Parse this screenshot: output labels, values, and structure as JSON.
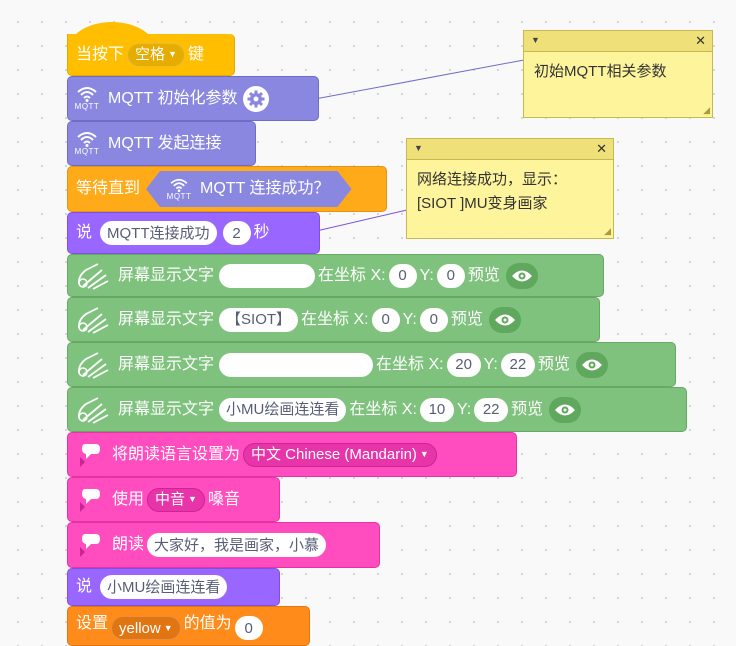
{
  "b1": {
    "label": "当按下",
    "key": "空格",
    "suffix": "键"
  },
  "b2": {
    "label": "MQTT 初始化参数",
    "icon_text": "MQTT"
  },
  "b3": {
    "label": "MQTT 发起连接",
    "icon_text": "MQTT"
  },
  "b4": {
    "label": "等待直到",
    "inner": "MQTT 连接成功？",
    "icon_text": "MQTT"
  },
  "b5": {
    "label": "说",
    "text": "MQTT连接成功",
    "secs": "2",
    "unit": "秒"
  },
  "scr_label": "屏幕显示文字",
  "coord_label": "在坐标 X:",
  "y_label": "Y:",
  "preview_label": "预览",
  "s1": {
    "text": "",
    "x": "0",
    "y": "0"
  },
  "s2": {
    "text": "【SIOT】",
    "x": "0",
    "y": "0"
  },
  "s3": {
    "text": "",
    "x": "20",
    "y": "22"
  },
  "s4": {
    "text": "小MU绘画连连看",
    "x": "10",
    "y": "22"
  },
  "t1": {
    "label": "将朗读语言设置为",
    "value": "中文 Chinese (Mandarin)"
  },
  "t2": {
    "label": "使用",
    "value": "中音",
    "suffix": "嗓音"
  },
  "t3": {
    "label": "朗读",
    "text": "大家好，我是画家，小慕"
  },
  "b6": {
    "label": "说",
    "text": "小MU绘画连连看"
  },
  "b7": {
    "label": "设置",
    "var": "yellow",
    "suffix": "的值为",
    "value": "0"
  },
  "note1": {
    "text": "初始MQTT相关参数"
  },
  "note2": {
    "text": "网络连接成功，显示：\n[SIOT ]MU变身画家"
  },
  "colors": {
    "event": "#ffbf00",
    "mqtt": "#8a87e0",
    "control": "#ffab19",
    "looks": "#9966ff",
    "screen": "#7fc27d",
    "tts": "#ff4cbe",
    "variable": "#ff8c1a",
    "note": "#fef49c"
  }
}
